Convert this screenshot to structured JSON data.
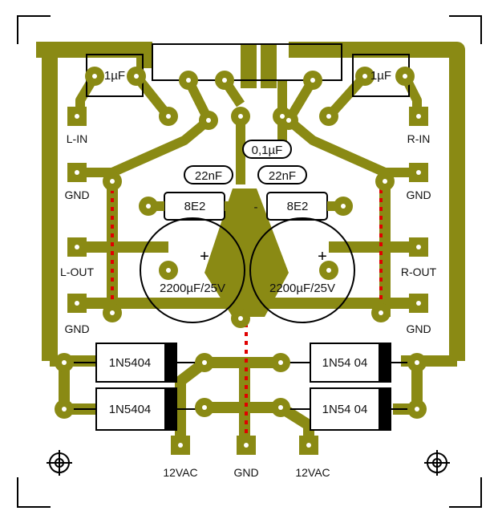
{
  "colors": {
    "background": "#ffffff",
    "copper": "#8a8a14",
    "pad_hole": "#ffffff",
    "outline": "#000000",
    "jumper": "#e00000",
    "diode_band": "#000000"
  },
  "labels": {
    "l_in": "L-IN",
    "r_in": "R-IN",
    "gnd_left_top": "GND",
    "gnd_right_top": "GND",
    "l_out": "L-OUT",
    "r_out": "R-OUT",
    "gnd_left_bottom": "GND",
    "gnd_right_bottom": "GND",
    "vac_left": "12VAC",
    "gnd_bottom": "GND",
    "vac_right": "12VAC"
  },
  "components": {
    "cap_in_left": "1µF",
    "cap_in_right": "1µF",
    "cap_center": "0,1µF",
    "cap_22n_left": "22nF",
    "cap_22n_right": "22nF",
    "res_left": "8E2",
    "res_right": "8E2",
    "elco_left": "2200µF/25V",
    "elco_right": "2200µF/25V",
    "elco_left_polarity": "+",
    "elco_right_polarity": "+",
    "res_polarity_mark": "-",
    "diode_1": "1N5404",
    "diode_2": "1N5404",
    "diode_3": "1N54 04",
    "diode_4": "1N54 04"
  }
}
